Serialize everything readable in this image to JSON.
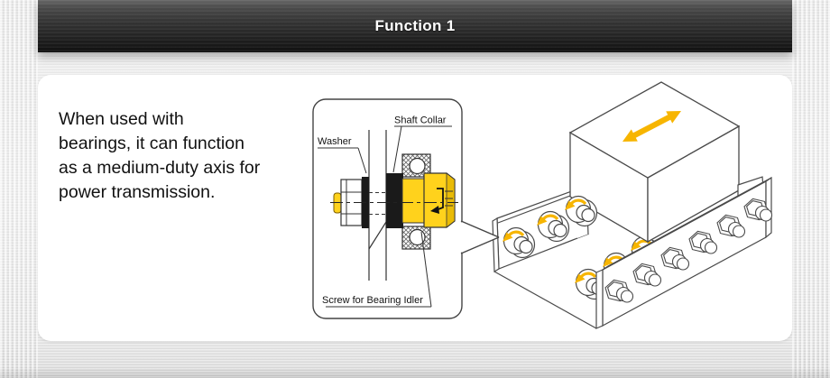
{
  "header": {
    "title": "Function 1"
  },
  "panel": {
    "description": "When used with\nbearings, it can function\nas a medium-duty axis for\npower transmission."
  },
  "callout": {
    "labels": {
      "washer": "Washer",
      "shaft_collar": "Shaft Collar",
      "screw": "Screw for Bearing Idler"
    }
  },
  "illustration": {
    "rollers_visible": 6,
    "hex_bolts_visible": 6
  },
  "colors": {
    "screw_yellow": "#FFD21C",
    "screw_yellow_shade": "#E9BB06",
    "arrow_gold": "#F7B500",
    "header_text": "#FFFFFF"
  }
}
